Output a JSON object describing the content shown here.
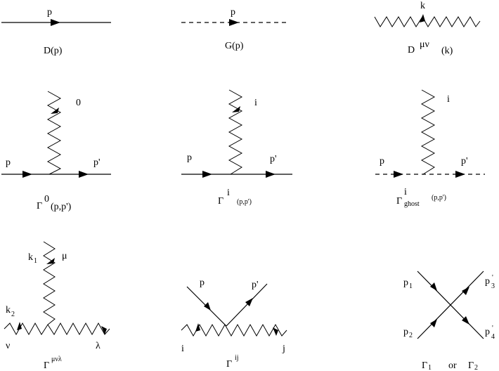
{
  "labels": {
    "p": "p",
    "k": "k",
    "i": "i",
    "j": "j",
    "zero": "0",
    "pprime": "p'",
    "mu": "μ",
    "nu": "ν",
    "lambda": "λ",
    "k1_base": "k",
    "k1_sub": "1",
    "k2_base": "k",
    "k2_sub": "2",
    "p1_base": "p",
    "p1_sub": "1",
    "p2_base": "p",
    "p2_sub": "2",
    "p3_base": "p",
    "p3_sup": "'",
    "p3_sub": "3",
    "p4_base": "p",
    "p4_sup": "'",
    "p4_sub": "4"
  },
  "captions": {
    "fermion": "D(p)",
    "ghost": "G(p)",
    "gauge_base": "D",
    "gauge_sup": "μν",
    "gauge_arg": "(k)",
    "vertex0_base": "Γ",
    "vertex0_sup": "0",
    "vertex0_sub": "(p,p')",
    "vertexi_base": "Γ",
    "vertexi_sup": "i",
    "vertexi_arg": "(p,p')",
    "ghostv_base": "Γ",
    "ghostv_sup": "i",
    "ghostv_sub": "ghost",
    "ghostv_arg": "(p,p')",
    "triple_base": "Γ",
    "triple_sup": "μνλ",
    "ij_base": "Γ",
    "ij_sup": "ij",
    "four_a_base": "Γ",
    "four_a_sub": "1",
    "four_or": "or",
    "four_b_base": "Γ",
    "four_b_sub": "2"
  }
}
